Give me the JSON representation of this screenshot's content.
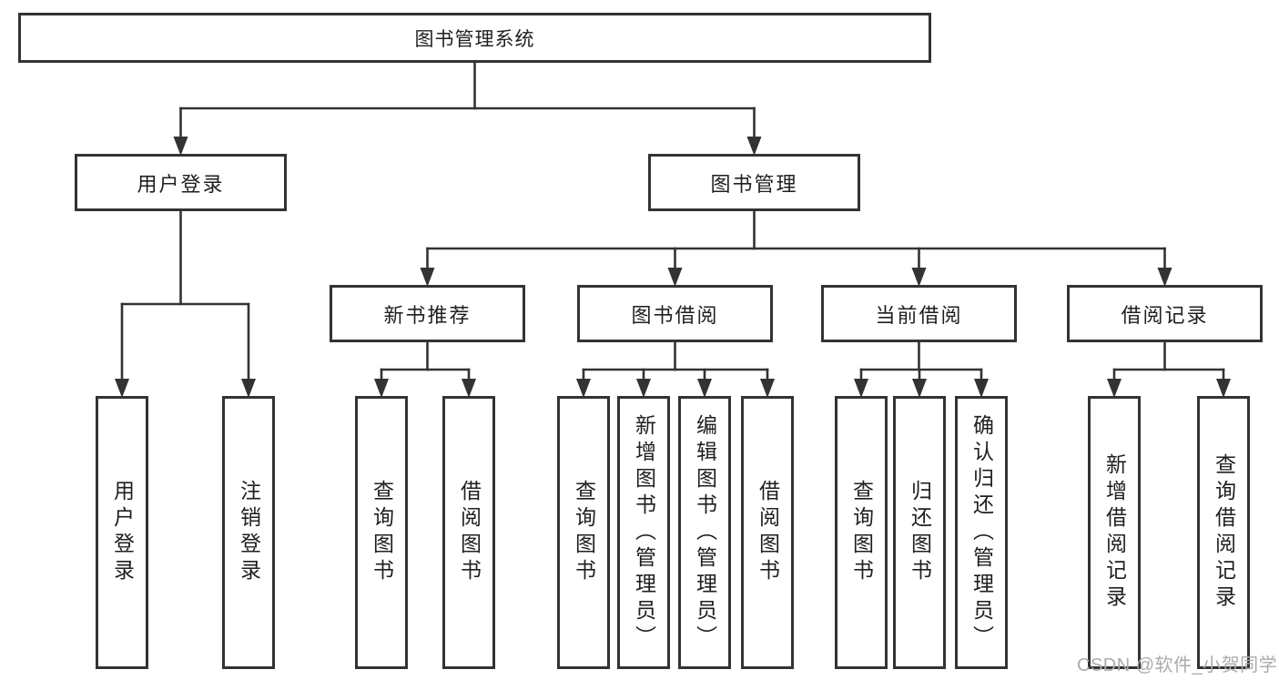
{
  "diagram": {
    "type": "tree",
    "watermark": "CSDN @软件_小贺同学",
    "colors": {
      "line": "#333333",
      "box_border": "#333333",
      "text": "#1f1f1f",
      "background": "#ffffff",
      "watermark": "#ababab"
    },
    "nodes": {
      "root": {
        "label": "图书管理系统"
      },
      "user_login_group": {
        "label": "用户登录"
      },
      "book_mgmt": {
        "label": "图书管理"
      },
      "new_book_rec": {
        "label": "新书推荐"
      },
      "book_borrow": {
        "label": "图书借阅"
      },
      "current_borrow": {
        "label": "当前借阅"
      },
      "borrow_records": {
        "label": "借阅记录"
      },
      "user_login": {
        "label": "用户登录"
      },
      "logout": {
        "label": "注销登录"
      },
      "query_books_1": {
        "label": "查询图书"
      },
      "borrow_books_1": {
        "label": "借阅图书"
      },
      "query_books_2": {
        "label": "查询图书"
      },
      "add_books": {
        "label": "新增图书（管理员）"
      },
      "edit_books": {
        "label": "编辑图书（管理员）"
      },
      "borrow_books_2": {
        "label": "借阅图书"
      },
      "query_books_3": {
        "label": "查询图书"
      },
      "return_books": {
        "label": "归还图书"
      },
      "confirm_return": {
        "label": "确认归还（管理员）"
      },
      "add_borrow_record": {
        "label": "新增借阅记录"
      },
      "query_borrow_record": {
        "label": "查询借阅记录"
      }
    },
    "edges": [
      [
        "root",
        "user_login_group"
      ],
      [
        "root",
        "book_mgmt"
      ],
      [
        "user_login_group",
        "user_login"
      ],
      [
        "user_login_group",
        "logout"
      ],
      [
        "book_mgmt",
        "new_book_rec"
      ],
      [
        "book_mgmt",
        "book_borrow"
      ],
      [
        "book_mgmt",
        "current_borrow"
      ],
      [
        "book_mgmt",
        "borrow_records"
      ],
      [
        "new_book_rec",
        "query_books_1"
      ],
      [
        "new_book_rec",
        "borrow_books_1"
      ],
      [
        "book_borrow",
        "query_books_2"
      ],
      [
        "book_borrow",
        "add_books"
      ],
      [
        "book_borrow",
        "edit_books"
      ],
      [
        "book_borrow",
        "borrow_books_2"
      ],
      [
        "current_borrow",
        "query_books_3"
      ],
      [
        "current_borrow",
        "return_books"
      ],
      [
        "current_borrow",
        "confirm_return"
      ],
      [
        "borrow_records",
        "add_borrow_record"
      ],
      [
        "borrow_records",
        "query_borrow_record"
      ]
    ]
  }
}
